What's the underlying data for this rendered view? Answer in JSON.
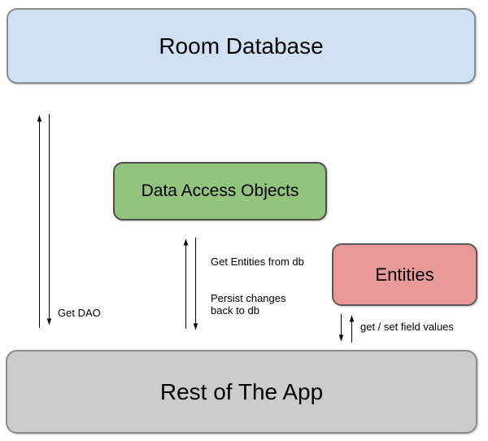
{
  "canvas": {
    "background": "#ffffff"
  },
  "nodes": {
    "room_database": {
      "label": "Room Database",
      "fill": "#cfe2f3",
      "border": "#8a8a8a"
    },
    "data_access_objects": {
      "label": "Data Access Objects",
      "fill": "#93c47d",
      "border": "#4d4d4d"
    },
    "entities": {
      "label": "Entities",
      "fill": "#ea9999",
      "border": "#5a5a5a"
    },
    "rest_of_the_app": {
      "label": "Rest of The App",
      "fill": "#cccccc",
      "border": "#8c8c8c"
    }
  },
  "edges": {
    "get_dao": {
      "label": "Get DAO"
    },
    "get_entities": {
      "label": "Get Entities from db"
    },
    "persist_changes": {
      "label_line1": "Persist changes",
      "label_line2": "back to db"
    },
    "get_set_field_values": {
      "label": "get / set field values"
    }
  },
  "arrow_color": "#000000"
}
